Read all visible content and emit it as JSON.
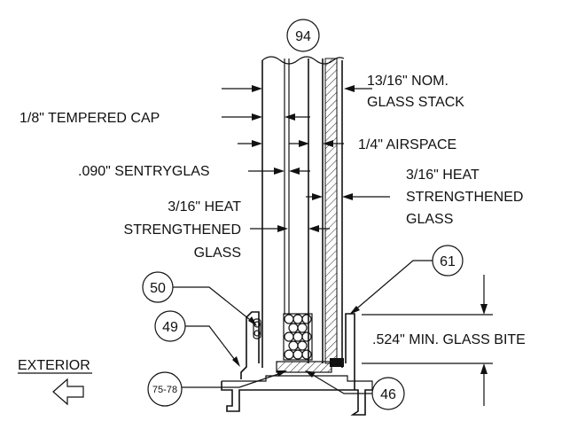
{
  "callouts": {
    "c94": "94",
    "c61": "61",
    "c50": "50",
    "c49": "49",
    "c75_78": "75-78",
    "c46": "46"
  },
  "labels": {
    "nominal_stack_line1": "13/16\" NOM.",
    "nominal_stack_line2": "GLASS STACK",
    "tempered_cap": "1/8\" TEMPERED CAP",
    "airspace": "1/4\" AIRSPACE",
    "sentryglas": ".090\" SENTRYGLAS",
    "heat_right_line1": "3/16\" HEAT",
    "heat_right_line2": "STRENGTHENED",
    "heat_right_line3": "GLASS",
    "heat_left_line1": "3/16\" HEAT",
    "heat_left_line2": "STRENGTHENED",
    "heat_left_line3": "GLASS",
    "glass_bite": ".524\" MIN. GLASS BITE",
    "exterior": "EXTERIOR"
  },
  "colors": {
    "line": "#111111",
    "background": "#ffffff"
  }
}
